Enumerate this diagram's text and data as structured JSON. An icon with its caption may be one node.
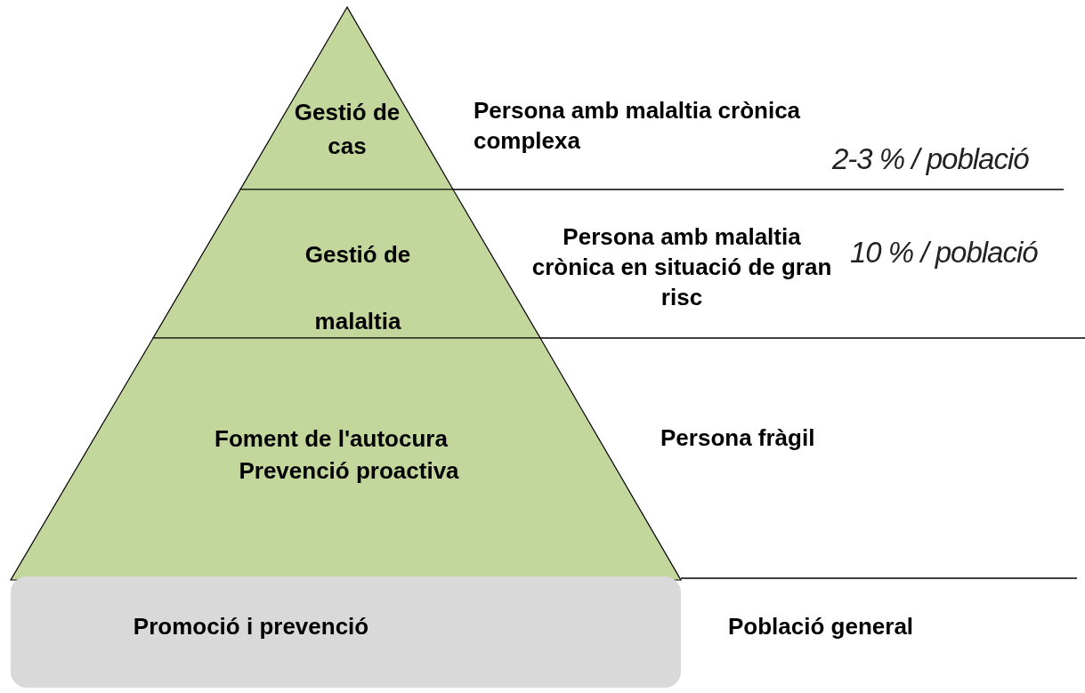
{
  "diagram": {
    "nodes": [
      {
        "text": [
          "Gestió de cas"
        ],
        "beside": [
          "Persona amb malaltia crònica complexa",
          "2-3 % / població"
        ]
      },
      {
        "text": [
          "Gestió de malaltia"
        ],
        "beside": [
          "Persona amb malaltia crònica en situació de gran risc",
          "10 % / població"
        ]
      },
      {
        "text": [
          "Foment de l'autocura",
          "Prevenció proactiva"
        ],
        "beside": [
          "Persona fràgil"
        ]
      },
      {
        "text": [
          "Promoció i prevenció"
        ],
        "beside": [
          "Població general"
        ]
      }
    ]
  }
}
